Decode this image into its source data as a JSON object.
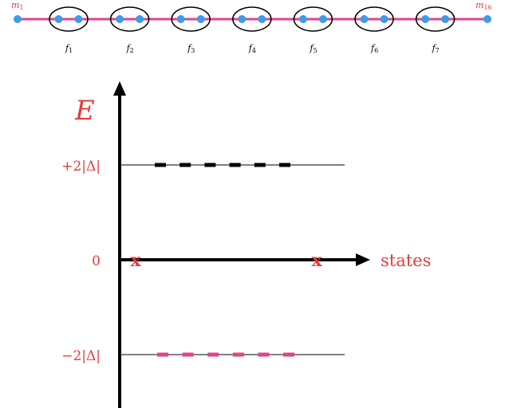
{
  "colors": {
    "chain": "#e0458a",
    "site": "#3d9be9",
    "ellipse": "#000000",
    "label_red": "#e83a3a",
    "axis": "#000000",
    "upper_states": "#000000",
    "lower_states": "#e0458a"
  },
  "chain": {
    "left_end_label": {
      "base": "m",
      "sub": "1"
    },
    "right_end_label": {
      "base": "m",
      "sub": "16"
    },
    "pair_labels": [
      {
        "base": "f",
        "sub": "1"
      },
      {
        "base": "f",
        "sub": "2"
      },
      {
        "base": "f",
        "sub": "3"
      },
      {
        "base": "f",
        "sub": "4"
      },
      {
        "base": "f",
        "sub": "5"
      },
      {
        "base": "f",
        "sub": "6"
      },
      {
        "base": "f",
        "sub": "7"
      }
    ]
  },
  "spectrum": {
    "y_axis_label": "E",
    "x_axis_label": "states",
    "levels": [
      {
        "label": "+2|Δ|",
        "energy": 2,
        "state_count": 6,
        "color_key": "upper_states"
      },
      {
        "label": "0",
        "energy": 0,
        "state_count": 0,
        "color_key": "axis"
      },
      {
        "label": "−2|Δ|",
        "energy": -2,
        "state_count": 6,
        "color_key": "lower_states"
      }
    ],
    "zero_mode_marker": "x",
    "zero_mode_count": 2
  }
}
